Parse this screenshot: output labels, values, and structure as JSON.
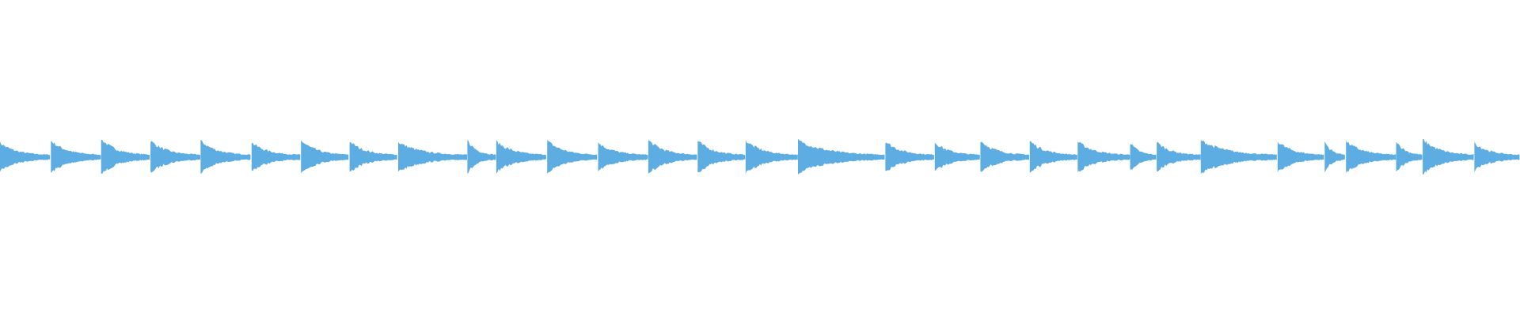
{
  "waveform": {
    "color": "#5DADE2",
    "background": "#FFFFFF",
    "icon": "audio-waveform",
    "onsets": [
      0.0,
      0.0335,
      0.0665,
      0.099,
      0.132,
      0.1655,
      0.198,
      0.23,
      0.262,
      0.3075,
      0.3265,
      0.36,
      0.3935,
      0.4265,
      0.459,
      0.4905,
      0.525,
      0.5825,
      0.615,
      0.645,
      0.6775,
      0.709,
      0.7435,
      0.761,
      0.79,
      0.8405,
      0.8715,
      0.8855,
      0.9185,
      0.936,
      0.97
    ]
  }
}
